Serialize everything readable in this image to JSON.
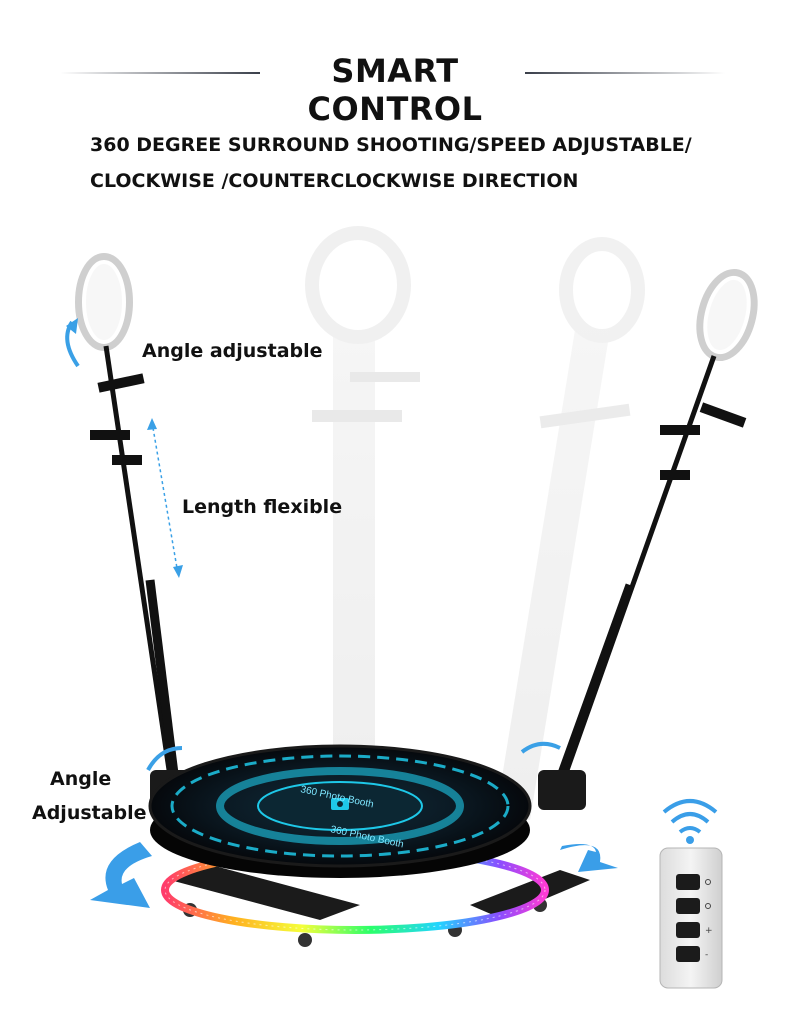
{
  "header": {
    "title": "SMART CONTROL",
    "subtitle_line1": "360 DEGREE SURROUND SHOOTING/SPEED ADJUSTABLE/",
    "subtitle_line2": "CLOCKWISE /COUNTERCLOCKWISE DIRECTION"
  },
  "labels": {
    "angle_adjustable_top": "Angle adjustable",
    "length_flexible": "Length flexible",
    "angle_bottom_line1": "Angle",
    "angle_bottom_line2": "Adjustable"
  },
  "platform_text": {
    "line1": "360 Photo Booth",
    "line2": "360 Photo Booth"
  },
  "remote": {
    "buttons": [
      "power-icon",
      "rotate-icon",
      "plus-icon",
      "minus-icon"
    ],
    "wifi_color": "#3a9ee8"
  },
  "colors": {
    "accent_blue": "#3aa0e6",
    "platform_dark": "#0c0f14",
    "platform_cyan": "#1ec8e8"
  }
}
